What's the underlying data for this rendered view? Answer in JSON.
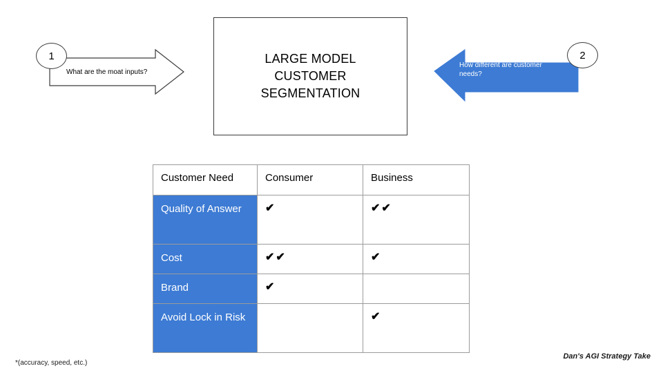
{
  "slide": {
    "center_box": {
      "title": "LARGE MODEL\nCUSTOMER\nSEGMENTATION"
    },
    "callouts": [
      {
        "badge": "1",
        "label": "What are the moat inputs?",
        "direction": "right",
        "style": "outline",
        "fill": "#ffffff",
        "stroke": "#3a3a3a",
        "text_color": "#000000"
      },
      {
        "badge": "2",
        "label": "How different are customer needs?",
        "direction": "left",
        "style": "filled",
        "fill": "#3d7bd4",
        "stroke": "#3d7bd4",
        "text_color": "#ffffff"
      }
    ],
    "table": {
      "headers": [
        "Customer Need",
        "Consumer",
        "Business"
      ],
      "rows": [
        {
          "need": "Quality of Answer",
          "consumer": "✔",
          "business": "✔✔"
        },
        {
          "need": "Cost",
          "consumer": "✔✔",
          "business": "✔"
        },
        {
          "need": "Brand",
          "consumer": "✔",
          "business": ""
        },
        {
          "need": "Avoid Lock in Risk",
          "consumer": "",
          "business": "✔"
        }
      ],
      "need_column_bg": "#3d7bd4",
      "need_column_text": "#ffffff",
      "border_color": "#9b9b9b"
    },
    "footnote": "*(accuracy, speed, etc.)",
    "credit": "Dan's AGI Strategy Take"
  }
}
